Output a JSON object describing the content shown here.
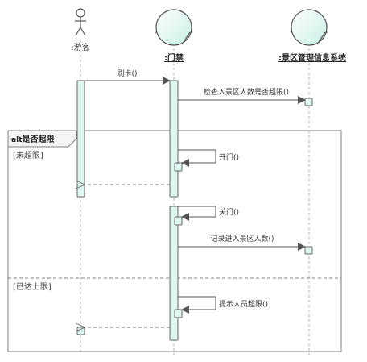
{
  "lifelines": [
    {
      "name": ":游客",
      "kind": "actor"
    },
    {
      "name": ":门禁",
      "kind": "entity"
    },
    {
      "name": ":景区管理信息系统",
      "kind": "entity"
    }
  ],
  "fragment": {
    "operator": "alt",
    "condition": "是否超限",
    "guards": [
      "[未超限]",
      "[已达上限]"
    ]
  },
  "messages": [
    {
      "label": "刷卡()",
      "from": 0,
      "to": 1,
      "type": "sync"
    },
    {
      "label": "检查入景区人数是否超限()",
      "from": 1,
      "to": 2,
      "type": "sync"
    },
    {
      "label": "开门()",
      "from": 1,
      "to": 1,
      "type": "self"
    },
    {
      "label": "",
      "from": 1,
      "to": 0,
      "type": "return"
    },
    {
      "label": "关门()",
      "from": 1,
      "to": 1,
      "type": "self"
    },
    {
      "label": "记录进入景区人数()",
      "from": 1,
      "to": 2,
      "type": "sync"
    },
    {
      "label": "提示人员超限()",
      "from": 1,
      "to": 1,
      "type": "self"
    },
    {
      "label": "",
      "from": 1,
      "to": 0,
      "type": "return"
    }
  ],
  "colors": {
    "activation_fill": "#dff7f1",
    "entity_fill": "#dff7f1",
    "frame_stroke": "#7f8080",
    "line": "#5a5a5a"
  }
}
